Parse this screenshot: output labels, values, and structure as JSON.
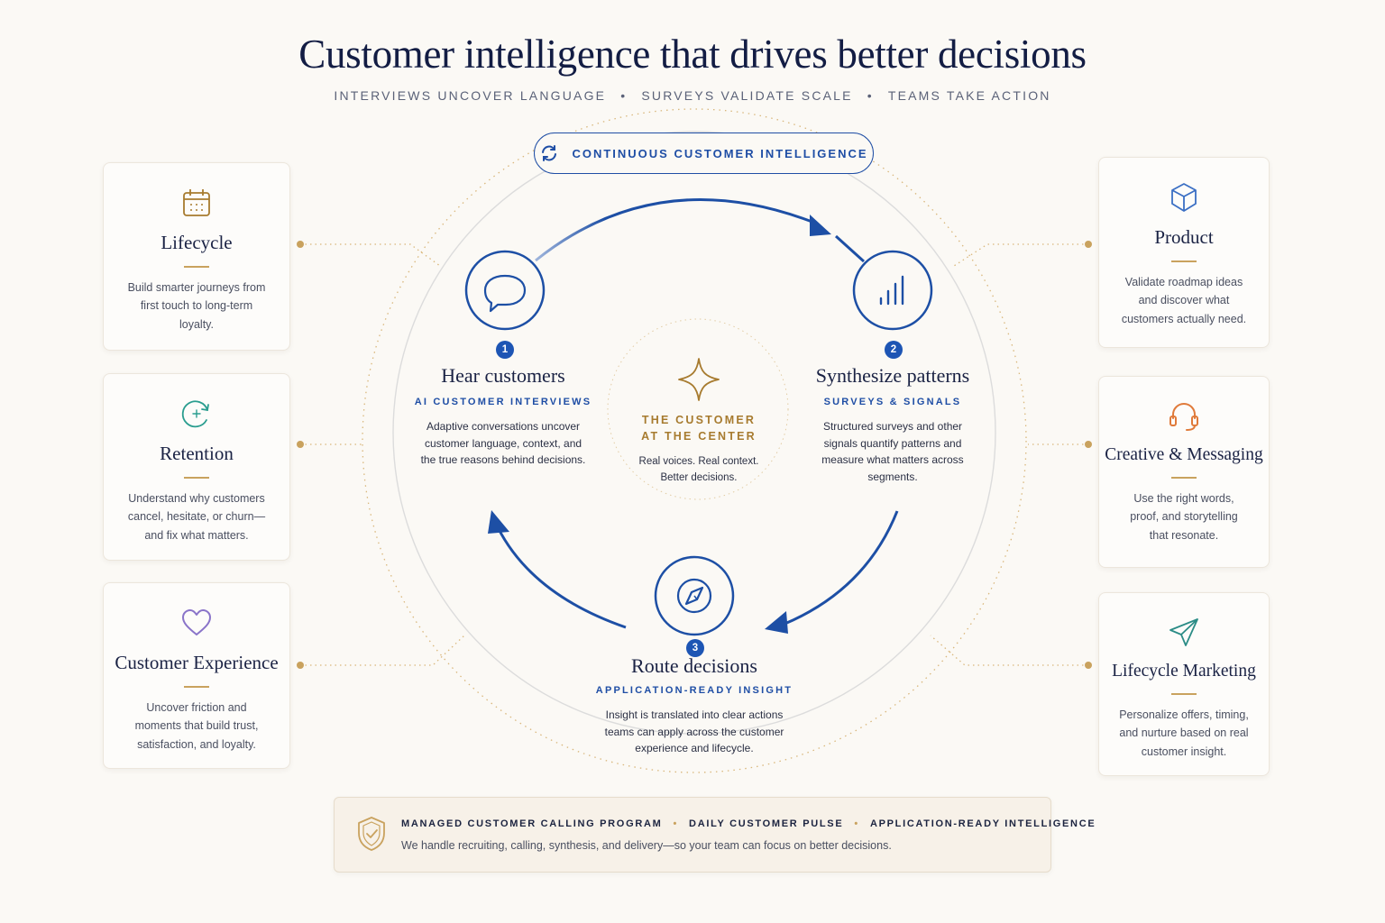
{
  "header": {
    "title": "Customer intelligence that drives better decisions",
    "subtitle_items": [
      "INTERVIEWS UNCOVER LANGUAGE",
      "SURVEYS VALIDATE SCALE",
      "TEAMS TAKE ACTION"
    ],
    "separator": "•"
  },
  "loop_pill": {
    "label": "CONTINUOUS CUSTOMER INTELLIGENCE",
    "icon": "refresh-icon"
  },
  "steps": [
    {
      "number": "1",
      "title": "Hear customers",
      "subtitle": "AI CUSTOMER INTERVIEWS",
      "description": "Adaptive conversations uncover customer language, context, and the true reasons behind decisions.",
      "icon": "chat-bubble-icon"
    },
    {
      "number": "2",
      "title": "Synthesize patterns",
      "subtitle": "SURVEYS & SIGNALS",
      "description": "Structured surveys and other signals quantify patterns and measure what matters across segments.",
      "icon": "bar-chart-icon"
    },
    {
      "number": "3",
      "title": "Route decisions",
      "subtitle": "APPLICATION-READY INSIGHT",
      "description": "Insight is translated into clear actions teams can apply across the customer experience and lifecycle.",
      "icon": "compass-icon"
    }
  ],
  "center": {
    "title": "THE CUSTOMER AT THE CENTER",
    "description": "Real voices. Real context. Better decisions.",
    "icon": "sparkle-star-icon"
  },
  "left_cards": [
    {
      "title": "Lifecycle",
      "description": "Build smarter journeys from first touch to long-term loyalty.",
      "icon": "calendar-icon"
    },
    {
      "title": "Retention",
      "description": "Understand why customers cancel, hesitate, or churn—and fix what matters.",
      "icon": "retention-cycle-icon"
    },
    {
      "title": "Customer Experience",
      "description": "Uncover friction and moments that build trust, satisfaction, and loyalty.",
      "icon": "heart-icon"
    }
  ],
  "right_cards": [
    {
      "title": "Product",
      "description": "Validate roadmap ideas and discover what customers actually need.",
      "icon": "cube-icon"
    },
    {
      "title": "Creative & Messaging",
      "description": "Use the right words, proof, and storytelling that resonate.",
      "icon": "headset-icon"
    },
    {
      "title": "Lifecycle Marketing",
      "description": "Personalize offers, timing, and nurture based on real customer insight.",
      "icon": "paper-plane-icon"
    }
  ],
  "banner": {
    "items": [
      "MANAGED CUSTOMER CALLING PROGRAM",
      "DAILY CUSTOMER PULSE",
      "APPLICATION-READY INTELLIGENCE"
    ],
    "separator": "•",
    "note": "We handle recruiting, calling, synthesis, and delivery—so your team can focus on better decisions.",
    "icon": "shield-check-icon"
  },
  "colors": {
    "navy": "#131d44",
    "blue": "#1f4ea5",
    "gold": "#c9a25e",
    "purple": "#8a74c9",
    "teal": "#2a9d8f",
    "orange": "#e07a3a"
  }
}
